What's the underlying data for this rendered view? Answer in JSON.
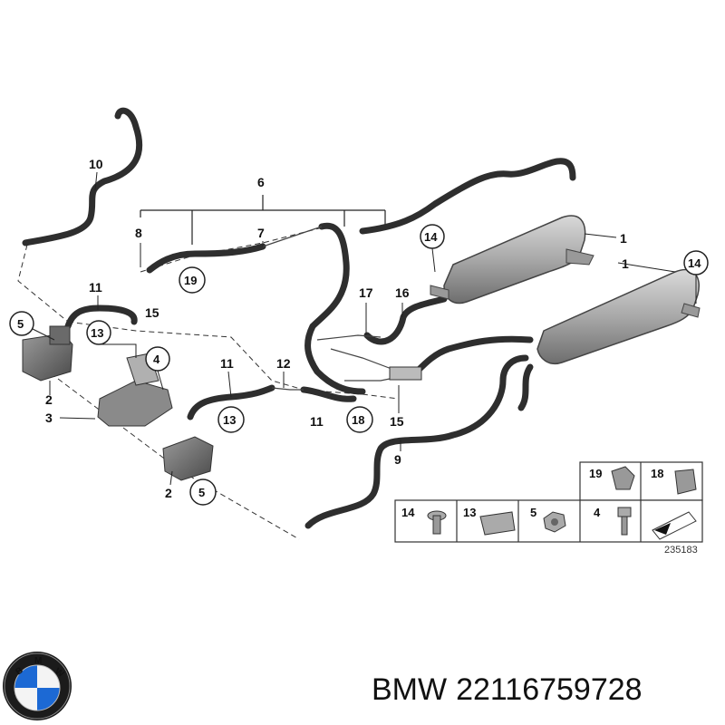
{
  "callouts": [
    "10",
    "6",
    "8",
    "7",
    "14",
    "1",
    "1",
    "14",
    "19",
    "15",
    "16",
    "17",
    "11",
    "5",
    "13",
    "4",
    "12",
    "11",
    "2",
    "3",
    "13",
    "11",
    "18",
    "15",
    "9",
    "2",
    "5"
  ],
  "legend_items": [
    {
      "label": "19",
      "icon": "clip-icon"
    },
    {
      "label": "18",
      "icon": "nut-clip-icon"
    },
    {
      "label": "14",
      "icon": "flange-bolt-icon"
    },
    {
      "label": "13",
      "icon": "hose-clamp-icon"
    },
    {
      "label": "5",
      "icon": "hex-nut-icon"
    },
    {
      "label": "4",
      "icon": "screw-icon"
    }
  ],
  "diagram_ref": "235183",
  "brand": {
    "logo": "bmw-roundel-logo",
    "name": "BMW",
    "part_number": "22116759728"
  }
}
